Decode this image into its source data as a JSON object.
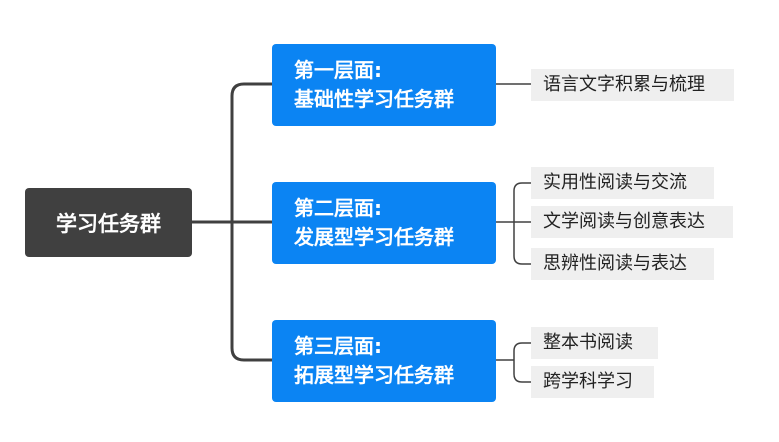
{
  "root": {
    "label": "学习任务群"
  },
  "levels": [
    {
      "line1": "第一层面:",
      "line2": "基础性学习任务群",
      "items": [
        "语言文字积累与梳理"
      ]
    },
    {
      "line1": "第二层面:",
      "line2": "发展型学习任务群",
      "items": [
        "实用性阅读与交流",
        "文学阅读与创意表达",
        "思辨性阅读与表达"
      ]
    },
    {
      "line1": "第三层面:",
      "line2": "拓展型学习任务群",
      "items": [
        "整本书阅读",
        "跨学科学习"
      ]
    }
  ],
  "colors": {
    "root_fill": "#404040",
    "level_fill": "#0b84f3",
    "leaf_fill": "#efefef",
    "connector": "#404040"
  }
}
